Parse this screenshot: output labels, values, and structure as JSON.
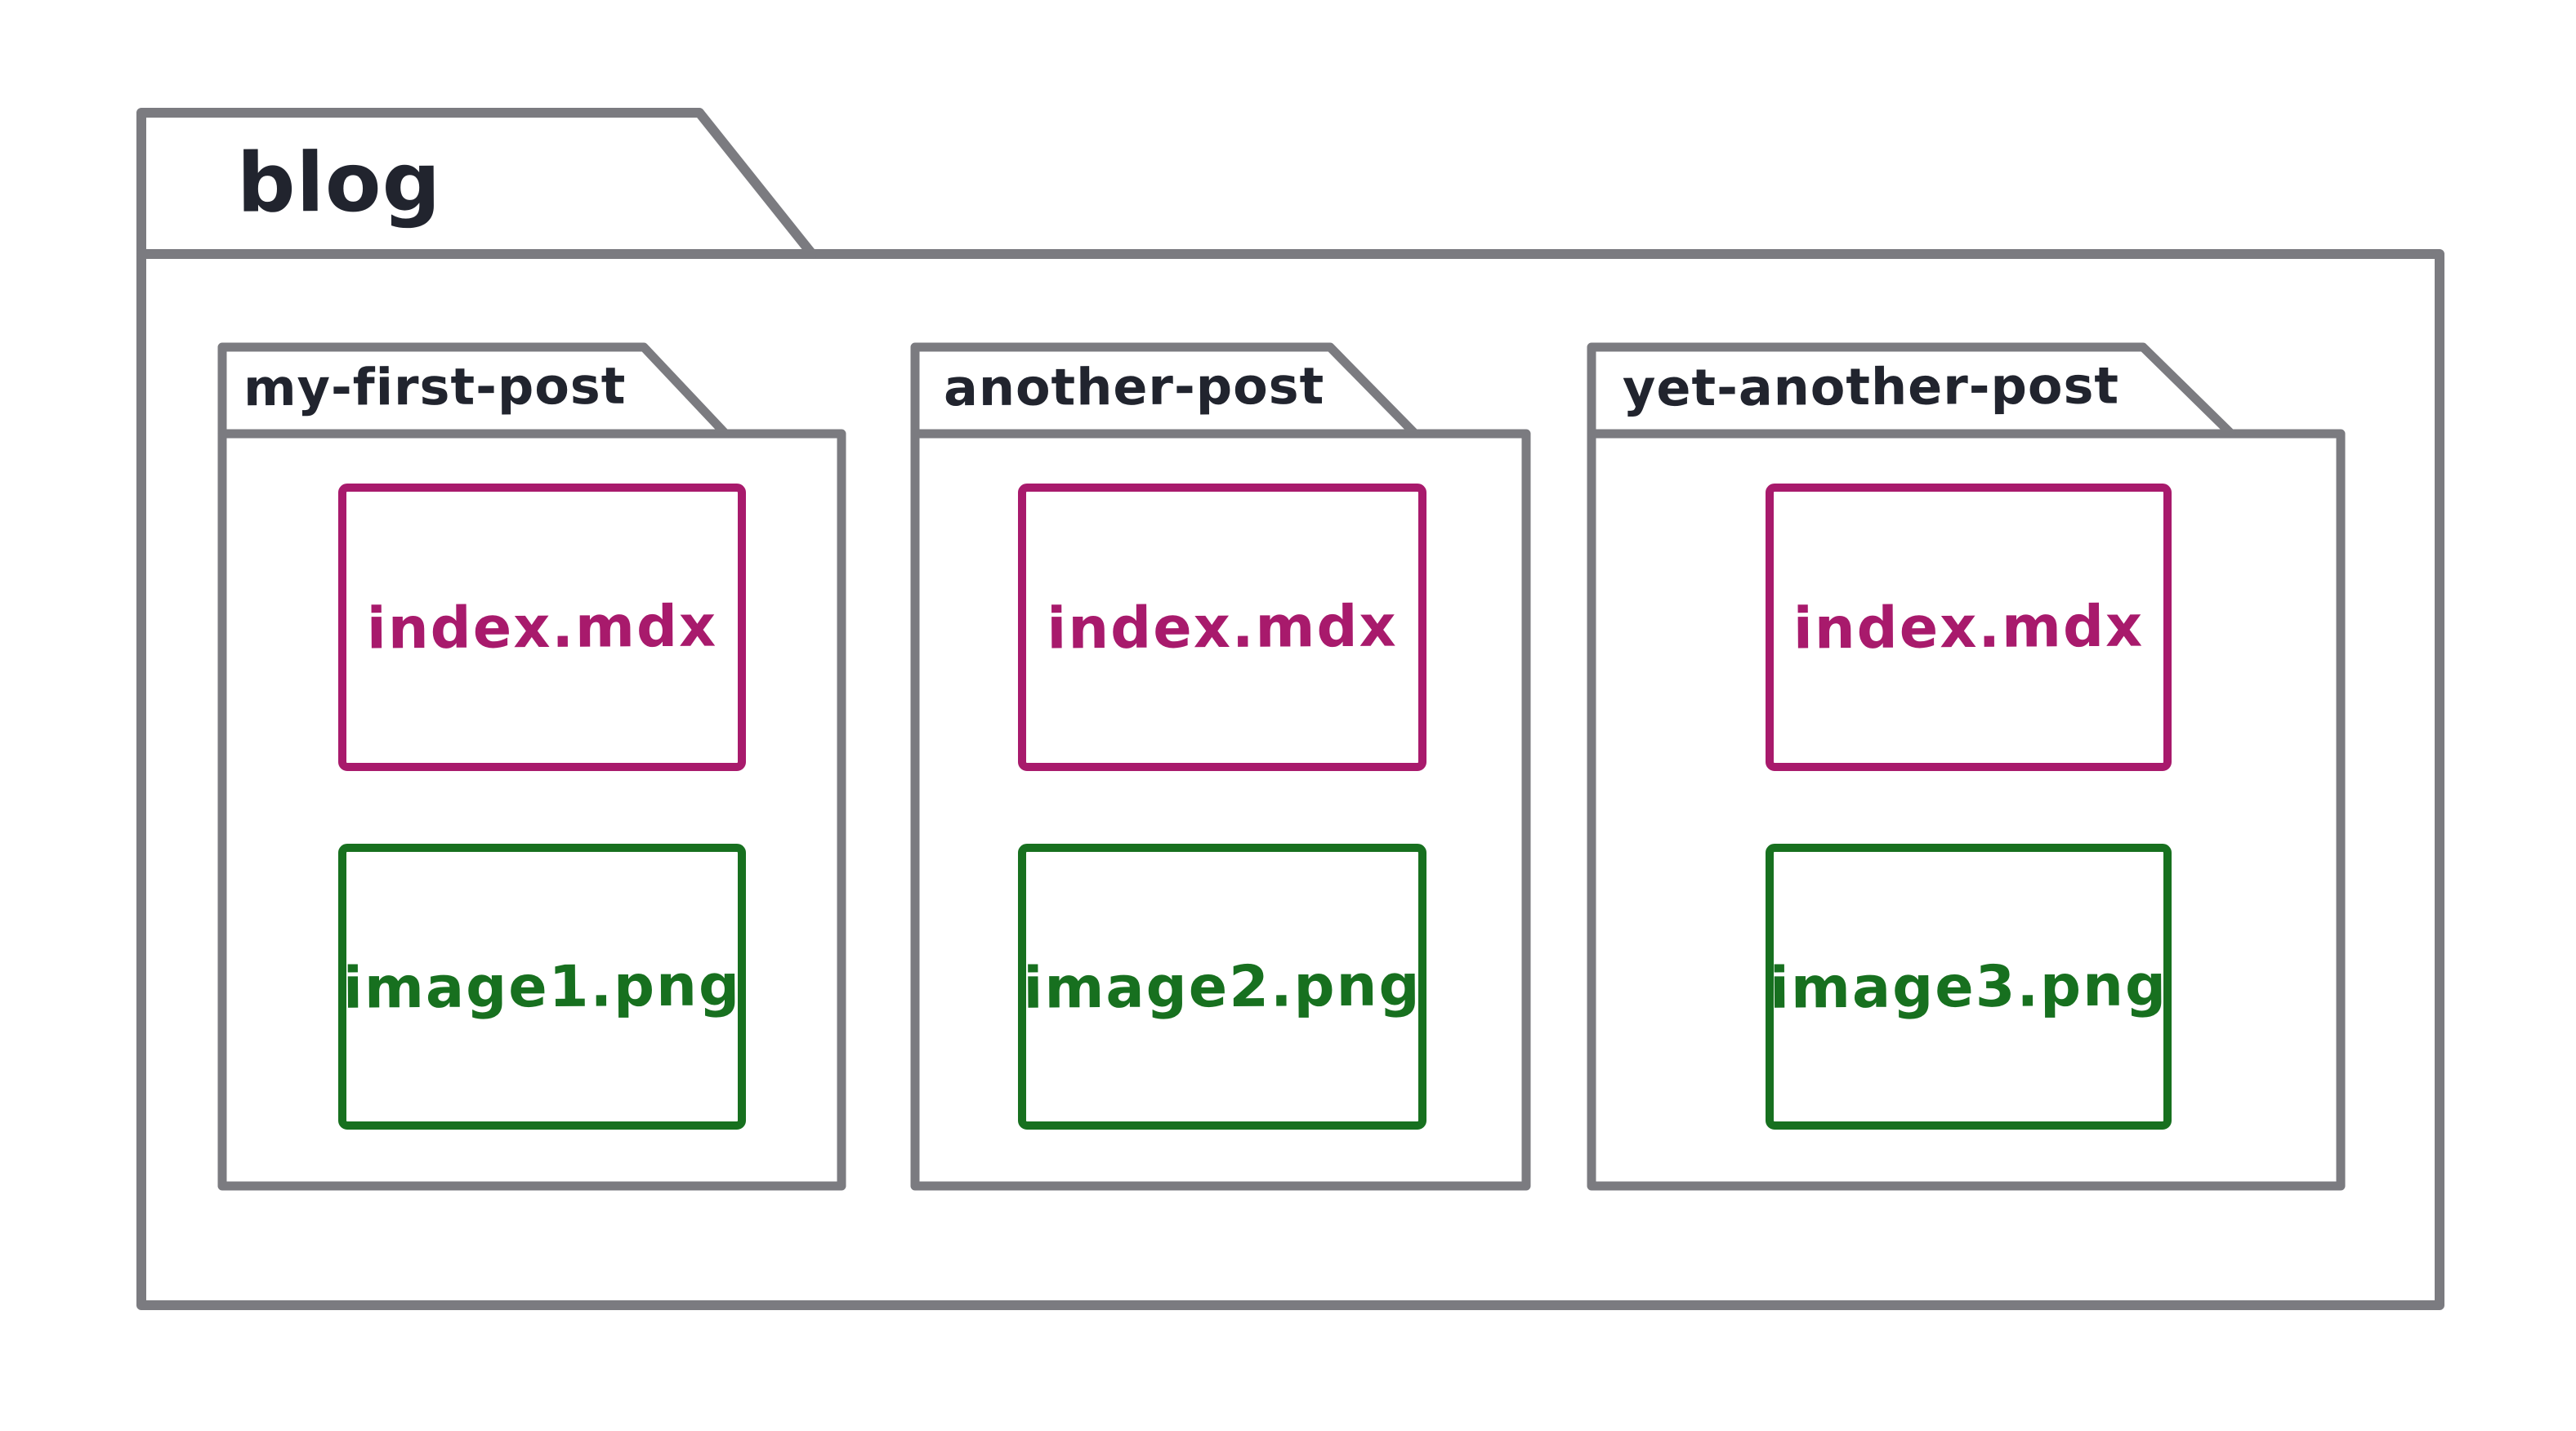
{
  "diagram": {
    "root_folder_label": "blog",
    "folders": [
      {
        "label": "my-first-post",
        "mdx_file": "index.mdx",
        "image_file": "image1.png"
      },
      {
        "label": "another-post",
        "mdx_file": "index.mdx",
        "image_file": "image2.png"
      },
      {
        "label": "yet-another-post",
        "mdx_file": "index.mdx",
        "image_file": "image3.png"
      }
    ],
    "colors": {
      "outline": "#7b7b80",
      "label": "#21242e",
      "mdx": "#a81a6c",
      "png": "#17701f"
    }
  }
}
